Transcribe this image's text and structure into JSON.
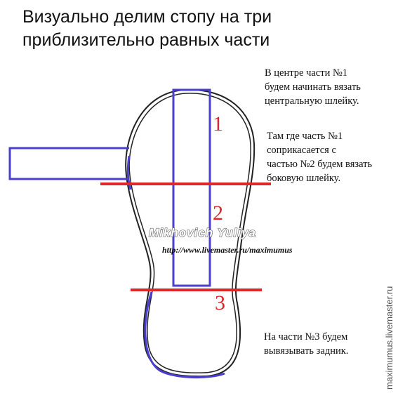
{
  "title": {
    "line1": "Визуально делим стопу на три",
    "line2": "приблизительно равных части"
  },
  "notes": {
    "part1_center": [
      "В центре части №1",
      "будем начинать вязать",
      "центральную шлейку."
    ],
    "part1_side": [
      "Там где часть №1",
      "соприкасается с",
      "частью №2 будем вязать",
      "боковую шлейку."
    ],
    "part3": [
      "На части №3 будем",
      "вывязывать задник."
    ]
  },
  "part_numbers": [
    "1",
    "2",
    "3"
  ],
  "watermark": {
    "author": "Mikhovich Yuliya",
    "url": "http://www.livemaster.ru/maximumus"
  },
  "side_watermark": "maximumus.livemaster.ru",
  "colors": {
    "outline": "#222222",
    "strap": "#4a3fcf",
    "divider": "#e0262a",
    "part_number": "#e0262a"
  }
}
